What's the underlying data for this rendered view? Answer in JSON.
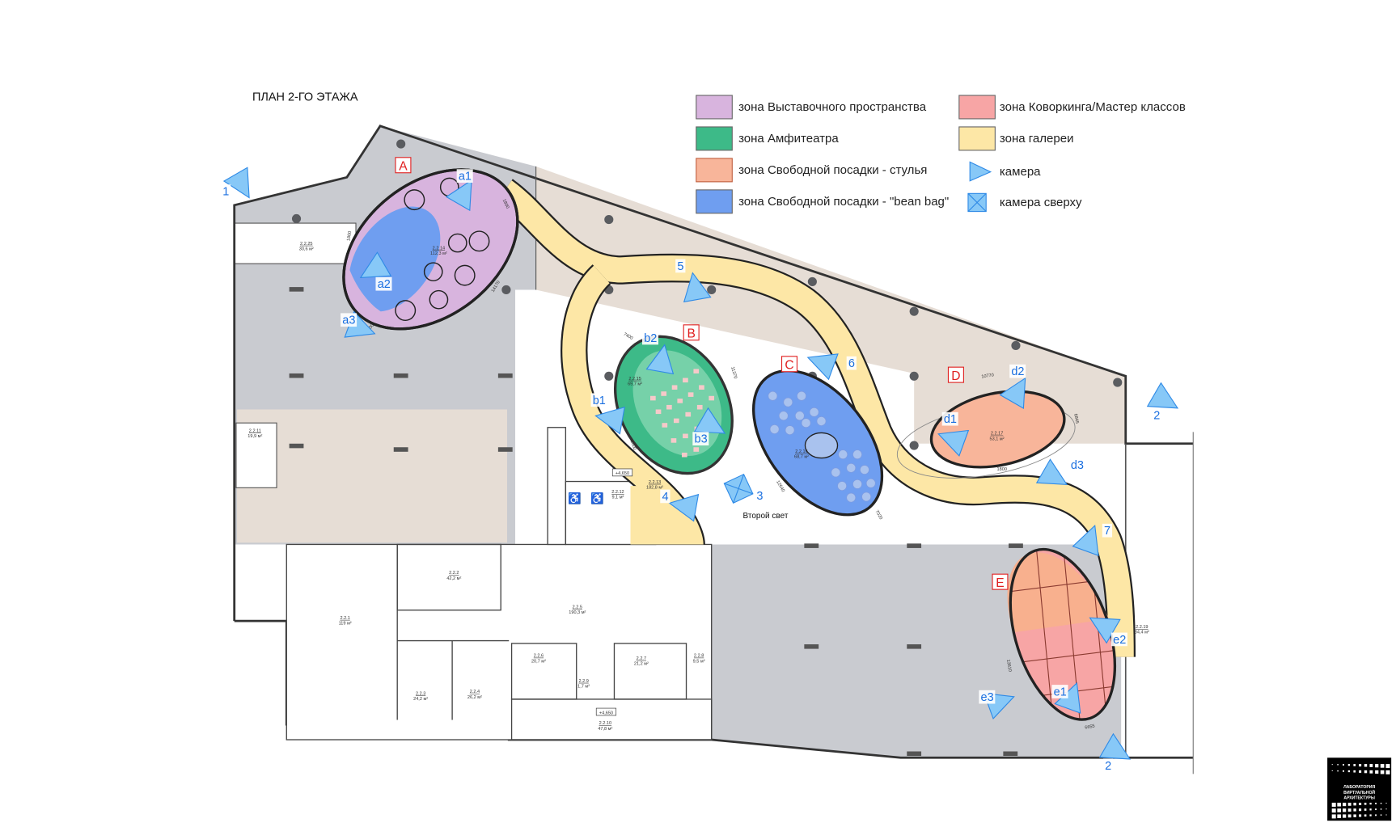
{
  "title": "ПЛАН 2-ГО ЭТАЖА",
  "legend": [
    {
      "label": "зона Выставочного пространства",
      "color": "#d8b4de"
    },
    {
      "label": "зона Амфитеатра",
      "color": "#3dba88"
    },
    {
      "label": "зона Свободной посадки - стулья",
      "color": "#f8b59a"
    },
    {
      "label": "зона Свободной посадки - \"bean bag\"",
      "color": "#6f9ef0"
    },
    {
      "label": "зона Коворкинга/Мастер классов",
      "color": "#f7a5a5"
    },
    {
      "label": "зона галереи",
      "color": "#fde7a6"
    },
    {
      "label": "камера",
      "icon": "camera-icon"
    },
    {
      "label": "камера сверху",
      "icon": "overhead-camera-icon"
    }
  ],
  "zones": [
    "A",
    "B",
    "C",
    "D",
    "E"
  ],
  "cameras": [
    "1",
    "a1",
    "a2",
    "a3",
    "b1",
    "b2",
    "b3",
    "4",
    "3",
    "5",
    "6",
    "d1",
    "d2",
    "d3",
    "2",
    "7",
    "e2",
    "e1",
    "e3",
    "2"
  ],
  "rooms": [
    {
      "id": "2.2.25",
      "area": "30,6 м²"
    },
    {
      "id": "2.2.14",
      "area": "112,3 м²"
    },
    {
      "id": "2.2.11",
      "area": "19,9 м²"
    },
    {
      "id": "2.2.15",
      "area": "69,7 м²"
    },
    {
      "id": "2.2.16",
      "area": "68,7 м²"
    },
    {
      "id": "2.2.17",
      "area": "53,1 м²"
    },
    {
      "id": "2.2.13",
      "area": "182,8 м²"
    },
    {
      "id": "2.2.12",
      "area": "9,1 м²"
    },
    {
      "id": "2.2.1",
      "area": "119 м²"
    },
    {
      "id": "2.2.2",
      "area": "42,2 м²"
    },
    {
      "id": "2.2.5",
      "area": "190,3 м²"
    },
    {
      "id": "2.2.3",
      "area": "24,2 м²"
    },
    {
      "id": "2.2.4",
      "area": "26,2 м²"
    },
    {
      "id": "2.2.6",
      "area": "20,7 м²"
    },
    {
      "id": "2.2.7",
      "area": "21,2 м²"
    },
    {
      "id": "2.2.8",
      "area": "9,5 м²"
    },
    {
      "id": "2.2.9",
      "area": "1,7 м²"
    },
    {
      "id": "2.2.10",
      "area": "47,8 м²"
    },
    {
      "id": "2.2.19",
      "area": "34,4 м²"
    }
  ],
  "levels": [
    "+4,650",
    "+4,650"
  ],
  "second_light": "Второй свет",
  "dimensions": [
    "1800",
    "14170",
    "7400",
    "11370",
    "2000",
    "12640",
    "7020",
    "1800",
    "10770",
    "6845",
    "1800",
    "13610",
    "6655",
    "1800"
  ],
  "logo_text": "ЛАБОРАТОРИЯ ВИРТУАЛЬНОЙ АРХИТЕКТУРЫ",
  "colors": {
    "camera_fill": "#87c8f7",
    "camera_stroke": "#2f8ae6",
    "label": "#1a6fe0",
    "zone_letter": "#e02020",
    "grey": "#c9cbd0",
    "beige": "#e6ddd5"
  }
}
